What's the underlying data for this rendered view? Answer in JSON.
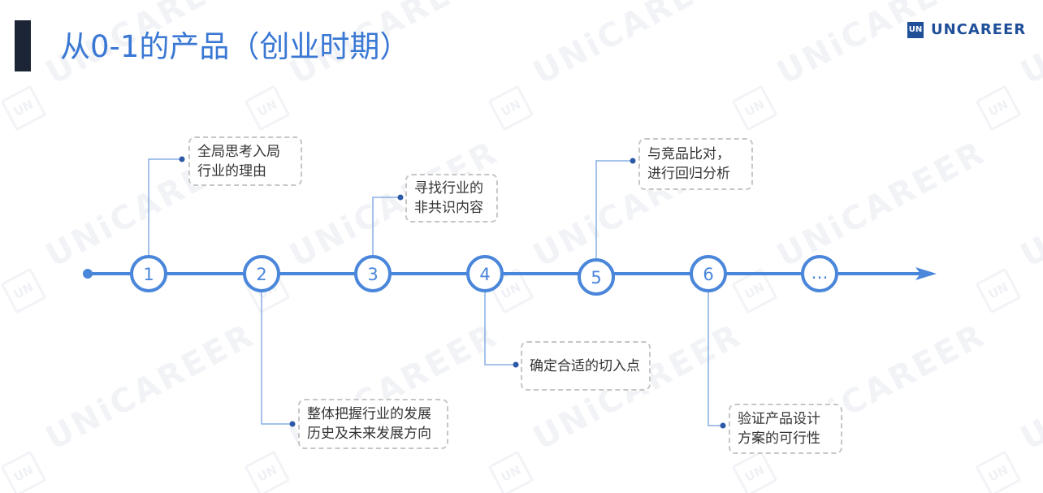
{
  "slide": {
    "title": "从0-1的产品（创业时期）",
    "logo": {
      "icon_text": "UN",
      "text": "UNCAREER"
    },
    "watermark": {
      "text": "UNiCAREER",
      "icon_text": "UN"
    }
  },
  "timeline": {
    "steps": [
      {
        "number": "1",
        "lines": [
          "全局思考入局",
          "行业的理由"
        ]
      },
      {
        "number": "2",
        "lines": [
          "整体把握行业的发展",
          "历史及未来发展方向"
        ]
      },
      {
        "number": "3",
        "lines": [
          "寻找行业的",
          "非共识内容"
        ]
      },
      {
        "number": "4",
        "lines": [
          "确定合适的切入点"
        ]
      },
      {
        "number": "5",
        "lines": [
          "与竞品比对，",
          "进行回归分析"
        ]
      },
      {
        "number": "6",
        "lines": [
          "验证产品设计",
          "方案的可行性"
        ]
      },
      {
        "number": "…"
      }
    ]
  },
  "colors": {
    "accent": "#4a86da",
    "title": "#3a78d4",
    "logo": "#1f4f99",
    "title_bar": "#1c2535",
    "connector": "#86aee4",
    "connector_dot": "#2d5aa8",
    "box_border": "#c6c6c6"
  }
}
